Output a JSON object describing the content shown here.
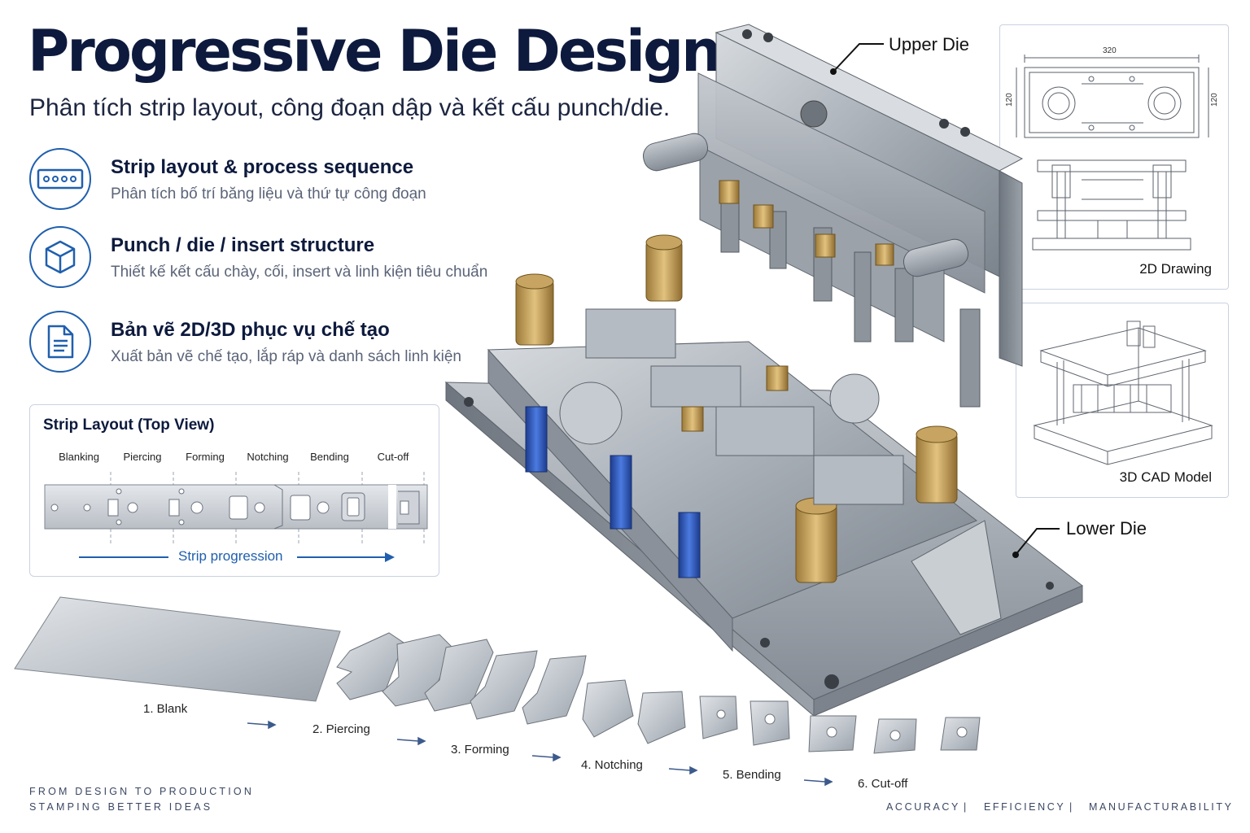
{
  "header": {
    "title": "Progressive Die Design",
    "subtitle": "Phân tích strip layout, công đoạn dập và kết cấu punch/die."
  },
  "features": [
    {
      "icon": "strip-layout-icon",
      "title": "Strip layout & process sequence",
      "desc": "Phân tích bố trí băng liệu và thứ tự công đoạn"
    },
    {
      "icon": "cube-icon",
      "title": "Punch / die / insert structure",
      "desc": "Thiết kế kết cấu chày, cối, insert và linh kiện tiêu chuẩn"
    },
    {
      "icon": "document-icon",
      "title": "Bản vẽ 2D/3D phục vụ chế tạo",
      "desc": "Xuất bản vẽ chế tạo, lắp ráp và danh sách linh kiện"
    }
  ],
  "strip_layout": {
    "title": "Strip Layout (Top View)",
    "steps": [
      "Blanking",
      "Piercing",
      "Forming",
      "Notching",
      "Bending",
      "Cut-off"
    ],
    "progression_label": "Strip progression"
  },
  "callouts": {
    "upper_die": "Upper Die",
    "lower_die": "Lower Die"
  },
  "drawing_2d": {
    "label": "2D Drawing",
    "dim_width": "320",
    "dim_height_left": "120",
    "dim_height_right": "120"
  },
  "cad_3d": {
    "label": "3D CAD Model"
  },
  "stages": [
    "1. Blank",
    "2. Piercing",
    "3. Forming",
    "4. Notching",
    "5. Bending",
    "6. Cut-off"
  ],
  "footer": {
    "left_line1": "FROM DESIGN TO PRODUCTION",
    "left_line2": "STAMPING BETTER IDEAS",
    "right": [
      "ACCURACY",
      "EFFICIENCY",
      "MANUFACTURABILITY"
    ],
    "separator": "|"
  },
  "colors": {
    "navy": "#0d1a3d",
    "accent_blue": "#1f5fae",
    "steel": "#a9b0b8",
    "brass": "#c9a25c",
    "spring_blue": "#2a55b8"
  }
}
